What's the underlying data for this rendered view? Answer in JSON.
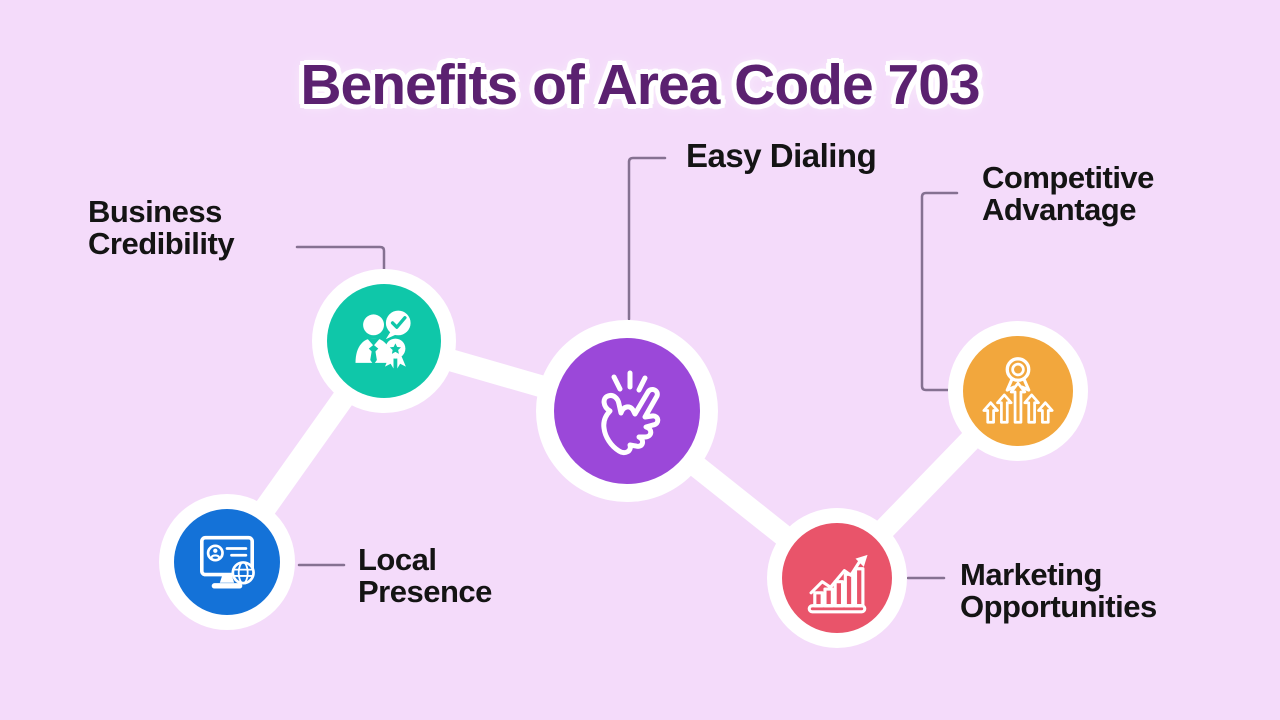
{
  "title": "Benefits of Area Code 703",
  "colors": {
    "background": "#f4dbfa",
    "title_text": "#5b2170",
    "label_text": "#141414",
    "connector_thin": "#857191",
    "connector_bold": "#ffffff",
    "ring": "#ffffff"
  },
  "nodes": [
    {
      "id": "business-credibility",
      "label_lines": [
        "Business",
        "Credibility"
      ],
      "color": "#0fc7a9",
      "icon": "person-with-badge-icon"
    },
    {
      "id": "local-presence",
      "label_lines": [
        "Local",
        "Presence"
      ],
      "color": "#1472d8",
      "icon": "computer-id-globe-icon"
    },
    {
      "id": "easy-dialing",
      "label_lines": [
        "Easy Dialing"
      ],
      "color": "#9b48d9",
      "icon": "snapping-fingers-icon"
    },
    {
      "id": "marketing-opportunities",
      "label_lines": [
        "Marketing",
        "Opportunities"
      ],
      "color": "#e9546a",
      "icon": "growth-chart-icon"
    },
    {
      "id": "competitive-advantage",
      "label_lines": [
        "Competitive",
        "Advantage"
      ],
      "color": "#f2a73d",
      "icon": "medal-growth-arrows-icon"
    }
  ]
}
